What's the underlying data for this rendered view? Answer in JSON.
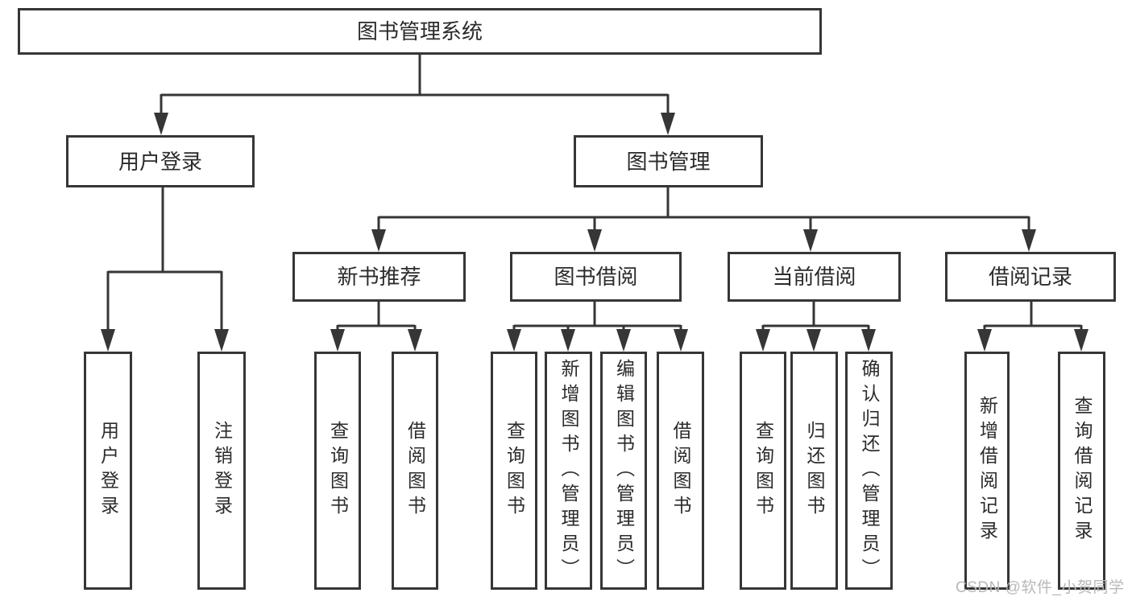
{
  "page": {
    "watermark": "CSDN @软件_小贺同学"
  },
  "colors": {
    "background": "#ffffff",
    "box_border": "#363636",
    "connector_line": "#363636",
    "text": "#2b2b2b",
    "watermark": "#b8b8b8"
  },
  "tree": {
    "root": {
      "label": "图书管理系统"
    },
    "branches": [
      {
        "label": "用户登录",
        "children": [
          {
            "label": "用户登录"
          },
          {
            "label": "注销登录"
          }
        ]
      },
      {
        "label": "图书管理",
        "children": [
          {
            "label": "新书推荐",
            "children": [
              {
                "label": "查询图书"
              },
              {
                "label": "借阅图书"
              }
            ]
          },
          {
            "label": "图书借阅",
            "children": [
              {
                "label": "查询图书"
              },
              {
                "label": "新增图书（管理员）"
              },
              {
                "label": "编辑图书（管理员）"
              },
              {
                "label": "借阅图书"
              }
            ]
          },
          {
            "label": "当前借阅",
            "children": [
              {
                "label": "查询图书"
              },
              {
                "label": "归还图书"
              },
              {
                "label": "确认归还（管理员）"
              }
            ]
          },
          {
            "label": "借阅记录",
            "children": [
              {
                "label": "新增借阅记录"
              },
              {
                "label": "查询借阅记录"
              }
            ]
          }
        ]
      }
    ]
  }
}
